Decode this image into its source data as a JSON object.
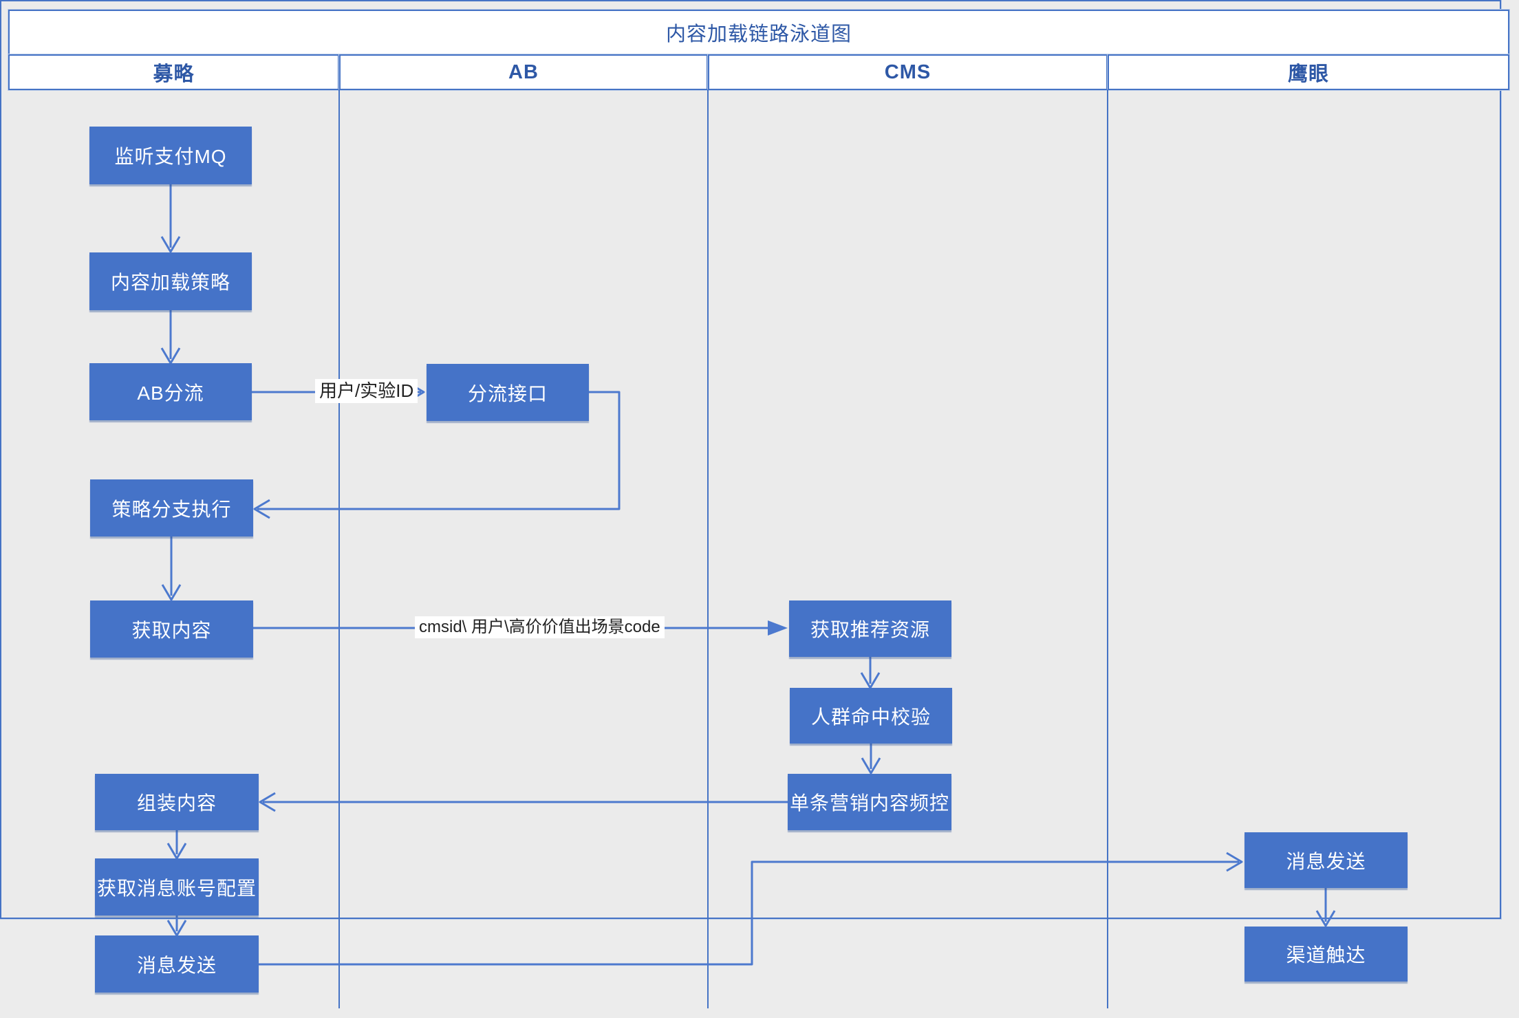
{
  "diagram": {
    "title": "内容加载链路泳道图",
    "type": "swimlane-flowchart",
    "colors": {
      "node_fill": "#4573C8",
      "node_text": "#FFFFFF",
      "line": "#4C79CE",
      "frame_border": "#4573C5",
      "header_text": "#2E58A6",
      "lane_background": "#EBEBEB",
      "header_background": "#FFFFFF",
      "edge_label_text": "#222222",
      "edge_label_background": "#FFFFFF"
    },
    "lanes": [
      {
        "id": "mulve",
        "label": "募略"
      },
      {
        "id": "ab",
        "label": "AB"
      },
      {
        "id": "cms",
        "label": "CMS"
      },
      {
        "id": "yingyan",
        "label": "鹰眼"
      }
    ],
    "nodes": {
      "listen_mq": {
        "lane": "募略",
        "label": "监听支付MQ"
      },
      "load_strategy": {
        "lane": "募略",
        "label": "内容加载策略"
      },
      "ab_split": {
        "lane": "募略",
        "label": "AB分流"
      },
      "split_api": {
        "lane": "AB",
        "label": "分流接口"
      },
      "branch_exec": {
        "lane": "募略",
        "label": "策略分支执行"
      },
      "get_content": {
        "lane": "募略",
        "label": "获取内容"
      },
      "get_recommend": {
        "lane": "CMS",
        "label": "获取推荐资源"
      },
      "crowd_check": {
        "lane": "CMS",
        "label": "人群命中校验"
      },
      "freq_control": {
        "lane": "CMS",
        "label": "单条营销内容频控"
      },
      "assemble": {
        "lane": "募略",
        "label": "组装内容"
      },
      "account_config": {
        "lane": "募略",
        "label": "获取消息账号配置"
      },
      "send_message": {
        "lane": "募略",
        "label": "消息发送"
      },
      "send_message_2": {
        "lane": "鹰眼",
        "label": "消息发送"
      },
      "channel_reach": {
        "lane": "鹰眼",
        "label": "渠道触达"
      }
    },
    "edge_labels": {
      "ab_split_input": "用户/实验ID",
      "get_content_params": "cmsid\\ 用户\\高价价值出场景code"
    },
    "edges": [
      {
        "from": "监听支付MQ",
        "to": "内容加载策略",
        "label": ""
      },
      {
        "from": "内容加载策略",
        "to": "AB分流",
        "label": ""
      },
      {
        "from": "AB分流",
        "to": "分流接口",
        "label": "用户/实验ID"
      },
      {
        "from": "分流接口",
        "to": "策略分支执行",
        "label": ""
      },
      {
        "from": "策略分支执行",
        "to": "获取内容",
        "label": ""
      },
      {
        "from": "获取内容",
        "to": "获取推荐资源",
        "label": "cmsid\\ 用户\\高价价值出场景code"
      },
      {
        "from": "获取推荐资源",
        "to": "人群命中校验",
        "label": ""
      },
      {
        "from": "人群命中校验",
        "to": "单条营销内容频控",
        "label": ""
      },
      {
        "from": "单条营销内容频控",
        "to": "组装内容",
        "label": ""
      },
      {
        "from": "组装内容",
        "to": "获取消息账号配置",
        "label": ""
      },
      {
        "from": "获取消息账号配置",
        "to": "消息发送",
        "label": ""
      },
      {
        "from": "消息发送",
        "to": "消息发送(鹰眼)",
        "label": ""
      },
      {
        "from": "消息发送(鹰眼)",
        "to": "渠道触达",
        "label": ""
      }
    ]
  }
}
